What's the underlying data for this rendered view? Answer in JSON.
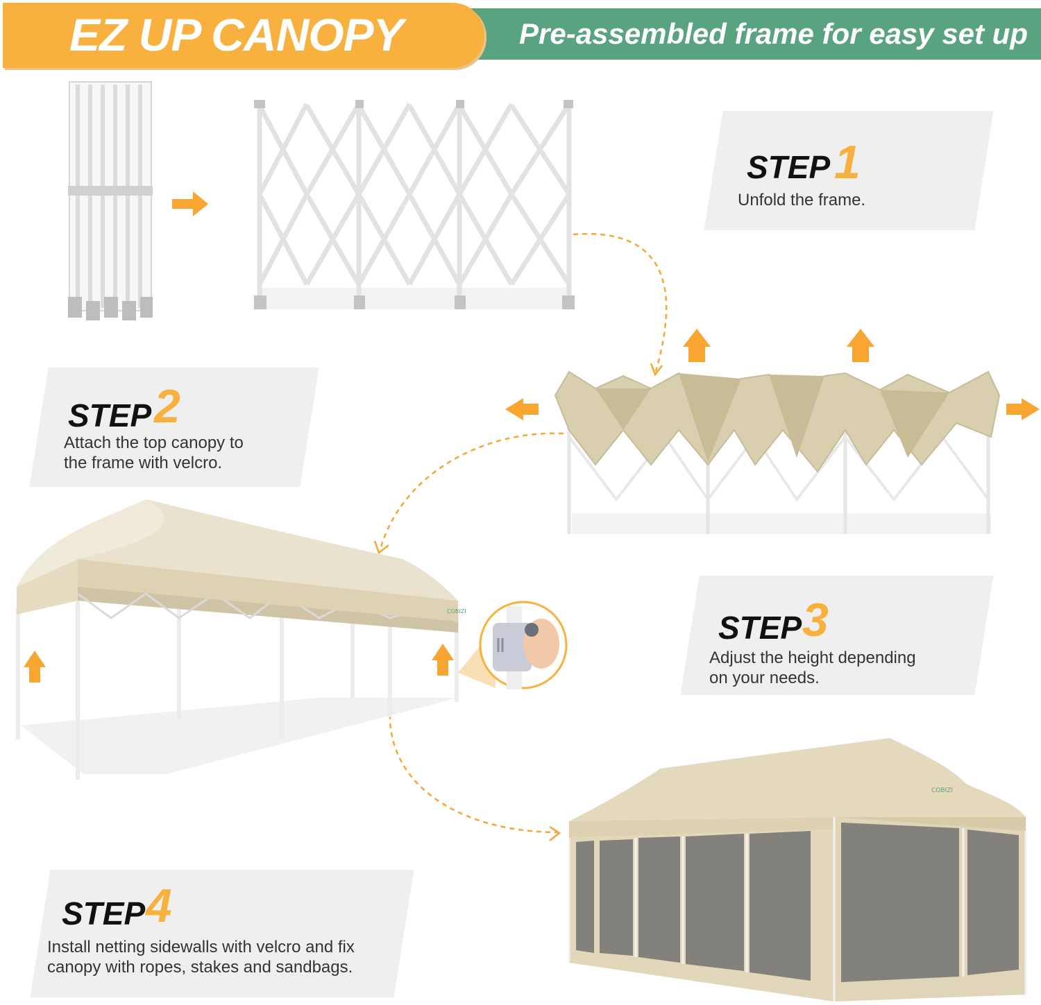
{
  "header": {
    "title": "EZ UP CANOPY",
    "subtitle": "Pre-assembled frame for easy set up"
  },
  "steps": [
    {
      "word": "STEP",
      "number": "1",
      "description": "Unfold the frame."
    },
    {
      "word": "STEP",
      "number": "2",
      "description_lines": [
        "Attach the top canopy to",
        "the frame with velcro."
      ]
    },
    {
      "word": "STEP",
      "number": "3",
      "description_lines": [
        "Adjust the height depending",
        "on your needs."
      ]
    },
    {
      "word": "STEP",
      "number": "4",
      "description_lines": [
        "Install netting sidewalls with velcro and fix",
        "canopy with ropes, stakes and sandbags."
      ]
    }
  ],
  "brand_label": "COBIZI",
  "colors": {
    "accent_orange": "#f8b13f",
    "accent_green": "#5aa381",
    "canopy_beige": "#e6dcc1",
    "frame_white": "#f4f4f4",
    "card_grey": "#efefef"
  }
}
